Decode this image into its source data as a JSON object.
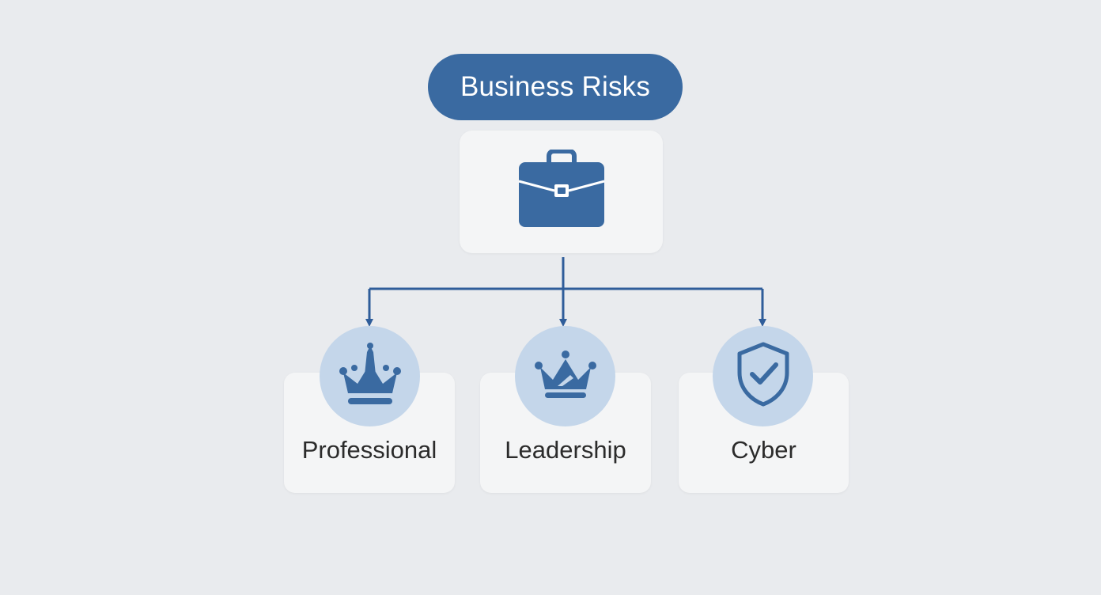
{
  "root": {
    "title": "Business Risks",
    "icon": "briefcase-icon"
  },
  "children": [
    {
      "label": "Professional",
      "icon": "crown-icon"
    },
    {
      "label": "Leadership",
      "icon": "crown-icon"
    },
    {
      "label": "Cyber",
      "icon": "shield-check-icon"
    }
  ],
  "colors": {
    "accent": "#3a6aa1",
    "connector": "#2f5d9a",
    "icon_circle": "#c4d6ea",
    "card": "#f4f5f6",
    "background": "#e9ebee"
  }
}
